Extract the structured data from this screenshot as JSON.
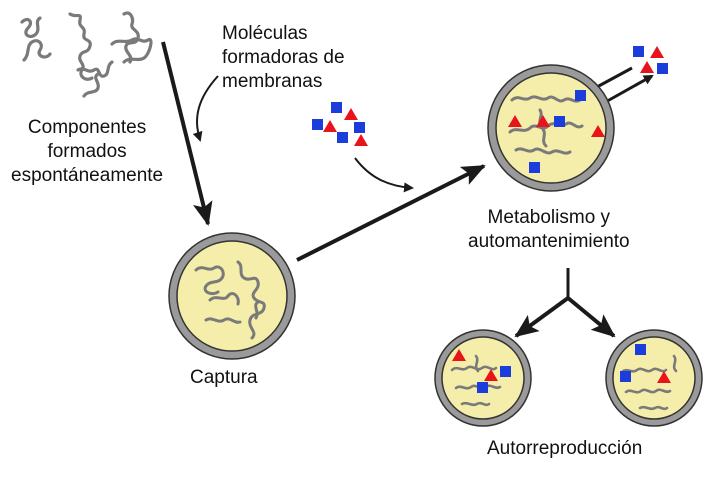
{
  "labels": {
    "components": "Componentes\nformados\nespontáneamente",
    "membrane": "Moléculas\nformadoras de\nmembranas",
    "capture": "Captura",
    "metabolism": "Metabolismo y\nautomantenimiento",
    "reproduction": "Autorreproducción"
  },
  "colors": {
    "membrane_ring": "#9a9a9a",
    "cytoplasm": "#f5eeaa",
    "strand": "#7a7a7a",
    "red_triangle": "#e8141b",
    "blue_square": "#1a3ddb",
    "arrow": "#1a1a1a"
  },
  "symbols": {
    "triangle": "red-triangle-molecule",
    "square": "blue-square-molecule"
  }
}
